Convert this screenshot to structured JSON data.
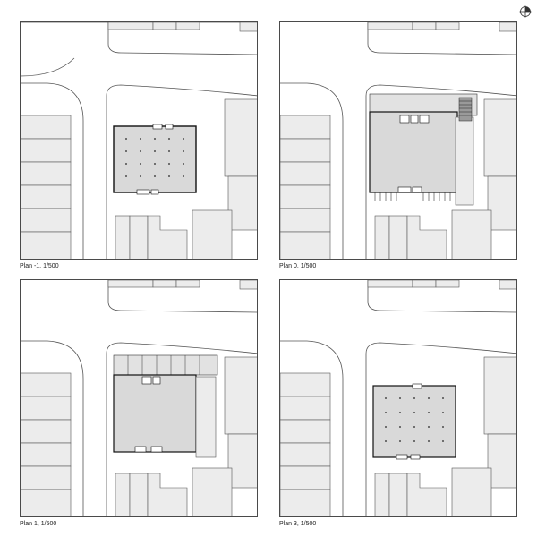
{
  "sheet": {
    "north_symbol": "north-arrow-icon",
    "colors": {
      "line": "#555555",
      "building_fill": "#d9d9d9",
      "neighbour_fill": "#ececec",
      "background": "#ffffff"
    }
  },
  "panels": [
    {
      "caption": "Plan -1, 1/500"
    },
    {
      "caption": "Plan 0, 1/500"
    },
    {
      "caption": "Plan 1, 1/500"
    },
    {
      "caption": "Plan 3, 1/500"
    }
  ]
}
